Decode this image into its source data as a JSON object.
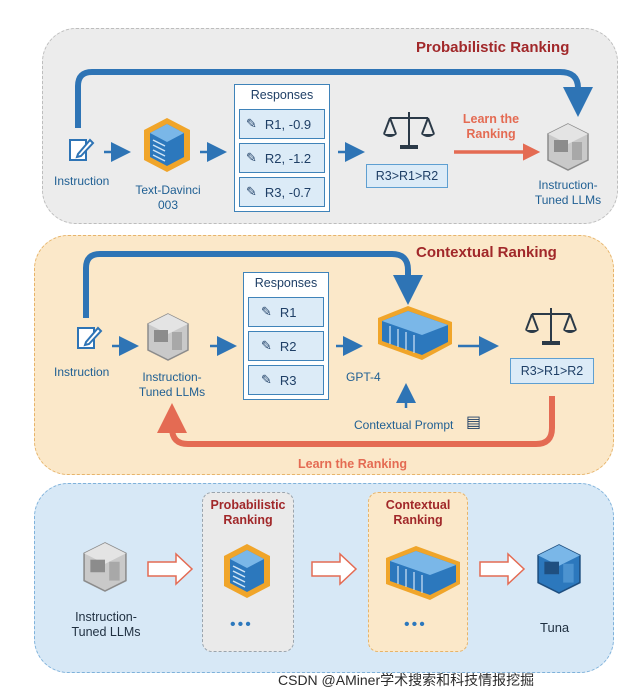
{
  "colors": {
    "dark_red": "#a1282a",
    "blue": "#1f5f93",
    "arrow_blue": "#2e74b5",
    "arrow_orange": "#e46b53",
    "panel_gray": "#ececec",
    "panel_orange": "#fbe8c9",
    "panel_blue": "#d7e8f6"
  },
  "section1": {
    "title": "Probabilistic Ranking",
    "instruction": "Instruction",
    "model_line1": "Text-Davinci",
    "model_line2": "003",
    "responses_header": "Responses",
    "responses": [
      "R1, -0.9",
      "R2, -1.2",
      "R3, -0.7"
    ],
    "learn_line1": "Learn the",
    "learn_line2": "Ranking",
    "ranking": "R3>R1>R2",
    "tuned_line1": "Instruction-",
    "tuned_line2": "Tuned LLMs",
    "icons": [
      "edit-icon",
      "server-icon",
      "document-icon",
      "balance-scale-icon",
      "computer-icon"
    ]
  },
  "section2": {
    "title": "Contextual  Ranking",
    "instruction": "Instruction",
    "tuned_line1": "Instruction-",
    "tuned_line2": "Tuned LLMs",
    "responses_header": "Responses",
    "responses": [
      "R1",
      "R2",
      "R3"
    ],
    "gpt": "GPT-4",
    "context_prompt": "Contextual Prompt",
    "ranking": "R3>R1>R2",
    "learn": "Learn the Ranking",
    "icons": [
      "edit-icon",
      "computer-icon",
      "document-icon",
      "server-rack-icon",
      "balance-scale-icon"
    ]
  },
  "section3": {
    "tuned_line1": "Instruction-",
    "tuned_line2": "Tuned LLMs",
    "stage1_line1": "Probabilistic",
    "stage1_line2": "Ranking",
    "stage2_line1": "Contextual",
    "stage2_line2": "Ranking",
    "dots": "•••",
    "output": "Tuna",
    "icons": [
      "computer-icon",
      "server-icon",
      "server-rack-icon",
      "tuna-computer-icon"
    ]
  },
  "watermark": "CSDN @AMiner学术搜索和科技情报挖掘"
}
